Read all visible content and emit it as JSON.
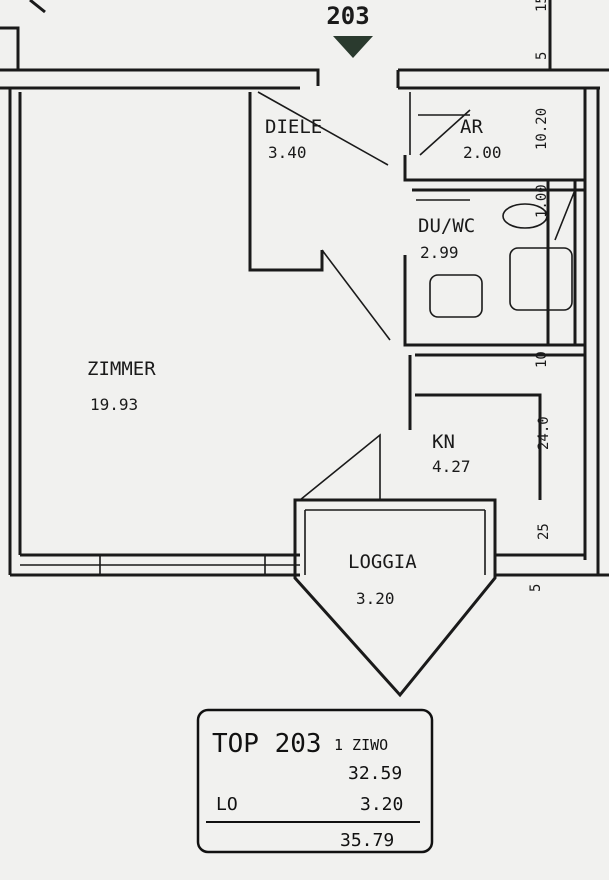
{
  "unit_marker": {
    "label": "203",
    "icon": "triangle-down-icon"
  },
  "rooms": {
    "zimmer": {
      "name": "ZIMMER",
      "area": "19.93"
    },
    "diele": {
      "name": "DIELE",
      "area": "3.40"
    },
    "ar": {
      "name": "AR",
      "area": "2.00"
    },
    "duwc": {
      "name": "DU/WC",
      "area": "2.99"
    },
    "kn": {
      "name": "KN",
      "area": "4.27"
    },
    "loggia": {
      "name": "LOGGIA",
      "area": "3.20"
    }
  },
  "dimensions": {
    "top_right": "15",
    "upper_right": "5",
    "ar_height": "10.20",
    "duwc_height": "1.00",
    "mid_right": "10",
    "kn_height": "24.0",
    "kn_lower": "25",
    "bottom_right": "5"
  },
  "summary": {
    "title": "TOP 203",
    "type": "1 ZIWO",
    "living_area": "32.59",
    "loggia_label": "LO",
    "loggia_area": "3.20",
    "total_area": "35.79"
  }
}
